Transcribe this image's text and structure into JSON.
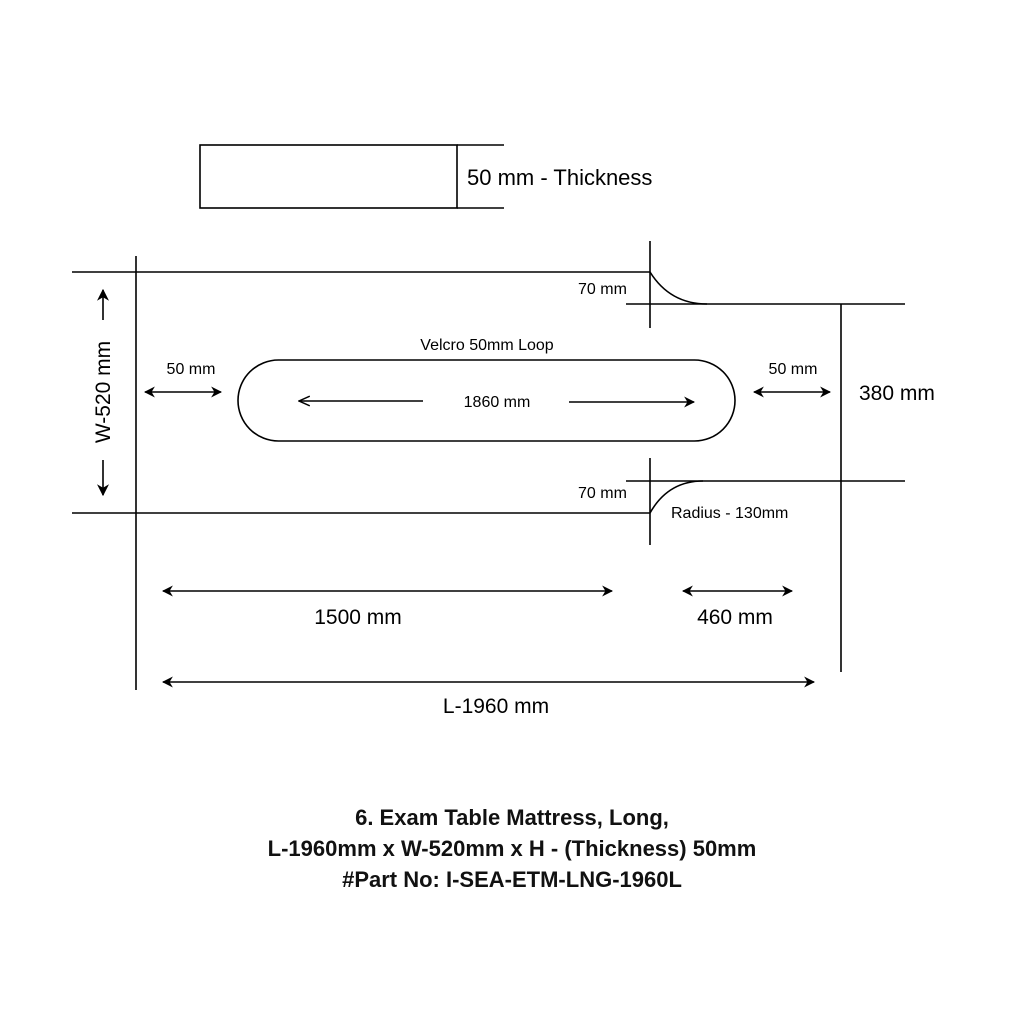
{
  "drawing": {
    "thickness_label": "50 mm - Thickness",
    "width_label": "W-520 mm",
    "top_notch_label": "70 mm",
    "bottom_notch_label": "70 mm",
    "velcro_label": "Velcro 50mm Loop",
    "left_margin_label": "50 mm",
    "right_margin_label": "50 mm",
    "loop_length_label": "1860 mm",
    "narrow_width_label": "380 mm",
    "radius_label": "Radius - 130mm",
    "section_long_label": "1500 mm",
    "section_short_label": "460 mm",
    "length_label": "L-1960 mm"
  },
  "caption": {
    "line1": "6. Exam Table Mattress, Long,",
    "line2": "L-1960mm x W-520mm x H - (Thickness) 50mm",
    "line3": "#Part No: I-SEA-ETM-LNG-1960L"
  }
}
